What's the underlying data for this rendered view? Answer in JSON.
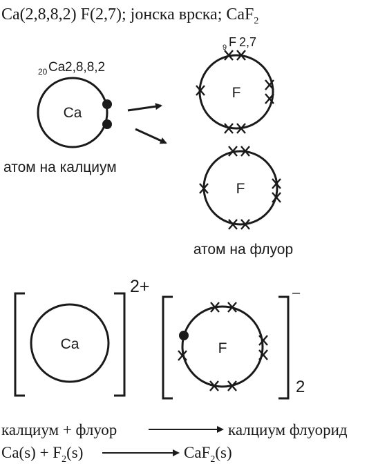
{
  "header": {
    "pre": "Ca(2,8,8,2) F(2,7); јонска врска; CaF",
    "sub": "2"
  },
  "calcium_atom": {
    "atomic_number": "20",
    "symbol_label": "Ca",
    "config": "2,8,8,2",
    "nucleus_label": "Ca",
    "caption": "атом на калциум"
  },
  "fluorine_atom_1": {
    "atomic_number": "9",
    "symbol_label": "F",
    "config": "2,7",
    "nucleus_label": "F"
  },
  "fluorine_atom_2": {
    "nucleus_label": "F",
    "caption": "атом на флуор"
  },
  "ionic_product": {
    "cation_label": "Ca",
    "cation_charge": "2+",
    "anion_label": "F",
    "anion_charge": "–",
    "anion_count": "2"
  },
  "word_equation": {
    "reactants": "калциум + флуор",
    "product": "калциум флуорид"
  },
  "symbol_equation": {
    "r1": "Ca(s) + F",
    "r1_sub": "2",
    "r1_tail": "(s)",
    "p1": "CaF",
    "p1_sub": "2",
    "p1_tail": "(s)"
  }
}
